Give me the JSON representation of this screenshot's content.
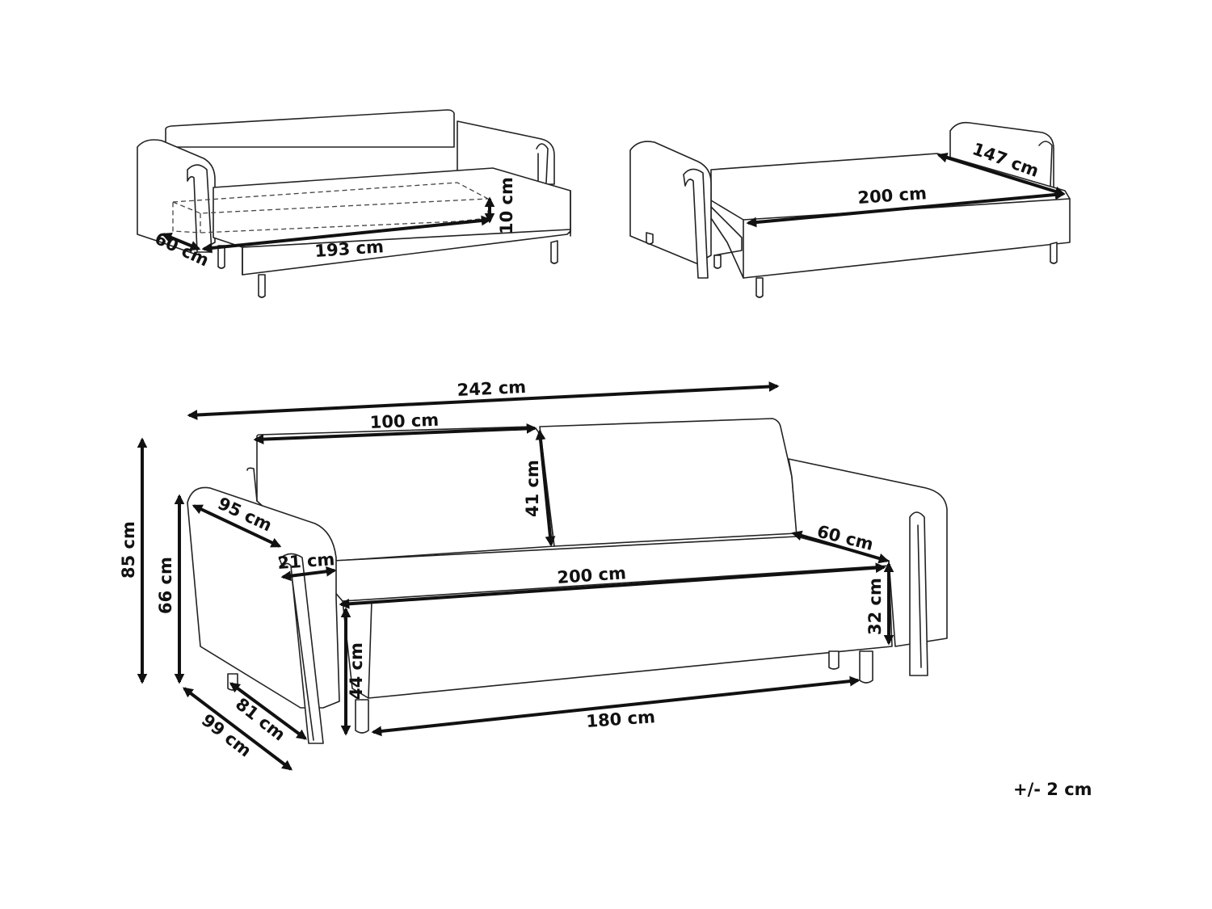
{
  "tolerance_note": "+/- 2 cm",
  "views": {
    "bed_with_storage": {
      "depth_label": "60 cm",
      "length_label": "193 cm",
      "height_label": "10 cm"
    },
    "bed_unfolded": {
      "width_label": "147 cm",
      "length_label": "200 cm"
    },
    "sofa_main": {
      "total_width_label": "242 cm",
      "backrest_width_label": "100 cm",
      "backrest_height_label": "41 cm",
      "total_height_label": "85 cm",
      "armrest_height_label": "66 cm",
      "armrest_depth_label": "95 cm",
      "armrest_width_label": "21 cm",
      "seat_width_label": "200 cm",
      "seat_depth_label": "60 cm",
      "seat_thickness_label": "32 cm",
      "seat_height_label": "44 cm",
      "leg_span_label": "180 cm",
      "seat_depth_base_label": "81 cm",
      "total_depth_label": "99 cm"
    }
  }
}
